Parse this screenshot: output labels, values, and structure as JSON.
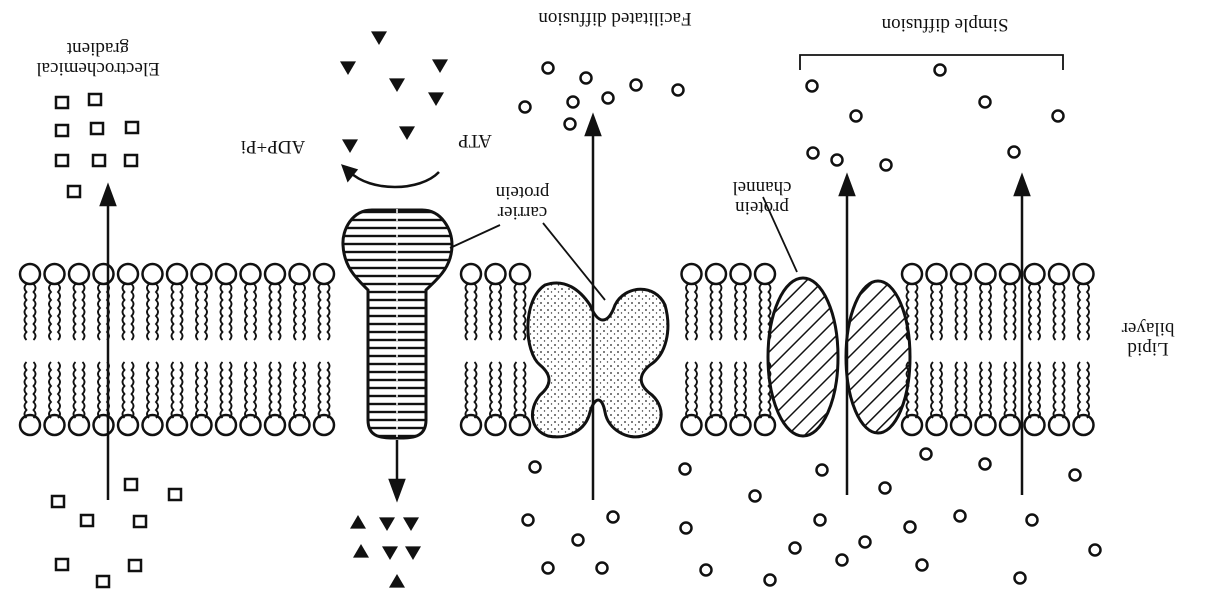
{
  "labels": {
    "simple_diffusion": "Simple diffusion",
    "facilitated_diffusion": "Facilitated diffusion",
    "electrochemical_gradient_line1": "Electrochemical",
    "electrochemical_gradient_line2": "gradient",
    "lipid_bilayer_line1": "Lipid",
    "lipid_bilayer_line2": "bilayer",
    "protein_channel_line1": "protein",
    "protein_channel_line2": "channel",
    "carrier_protein_line1": "carrier",
    "carrier_protein_line2": "protein",
    "atp": "ATP",
    "adp_pi": "ADP+Pi"
  },
  "colors": {
    "ink": "#111111",
    "background": "#ffffff"
  },
  "orientation": "rotated-180"
}
